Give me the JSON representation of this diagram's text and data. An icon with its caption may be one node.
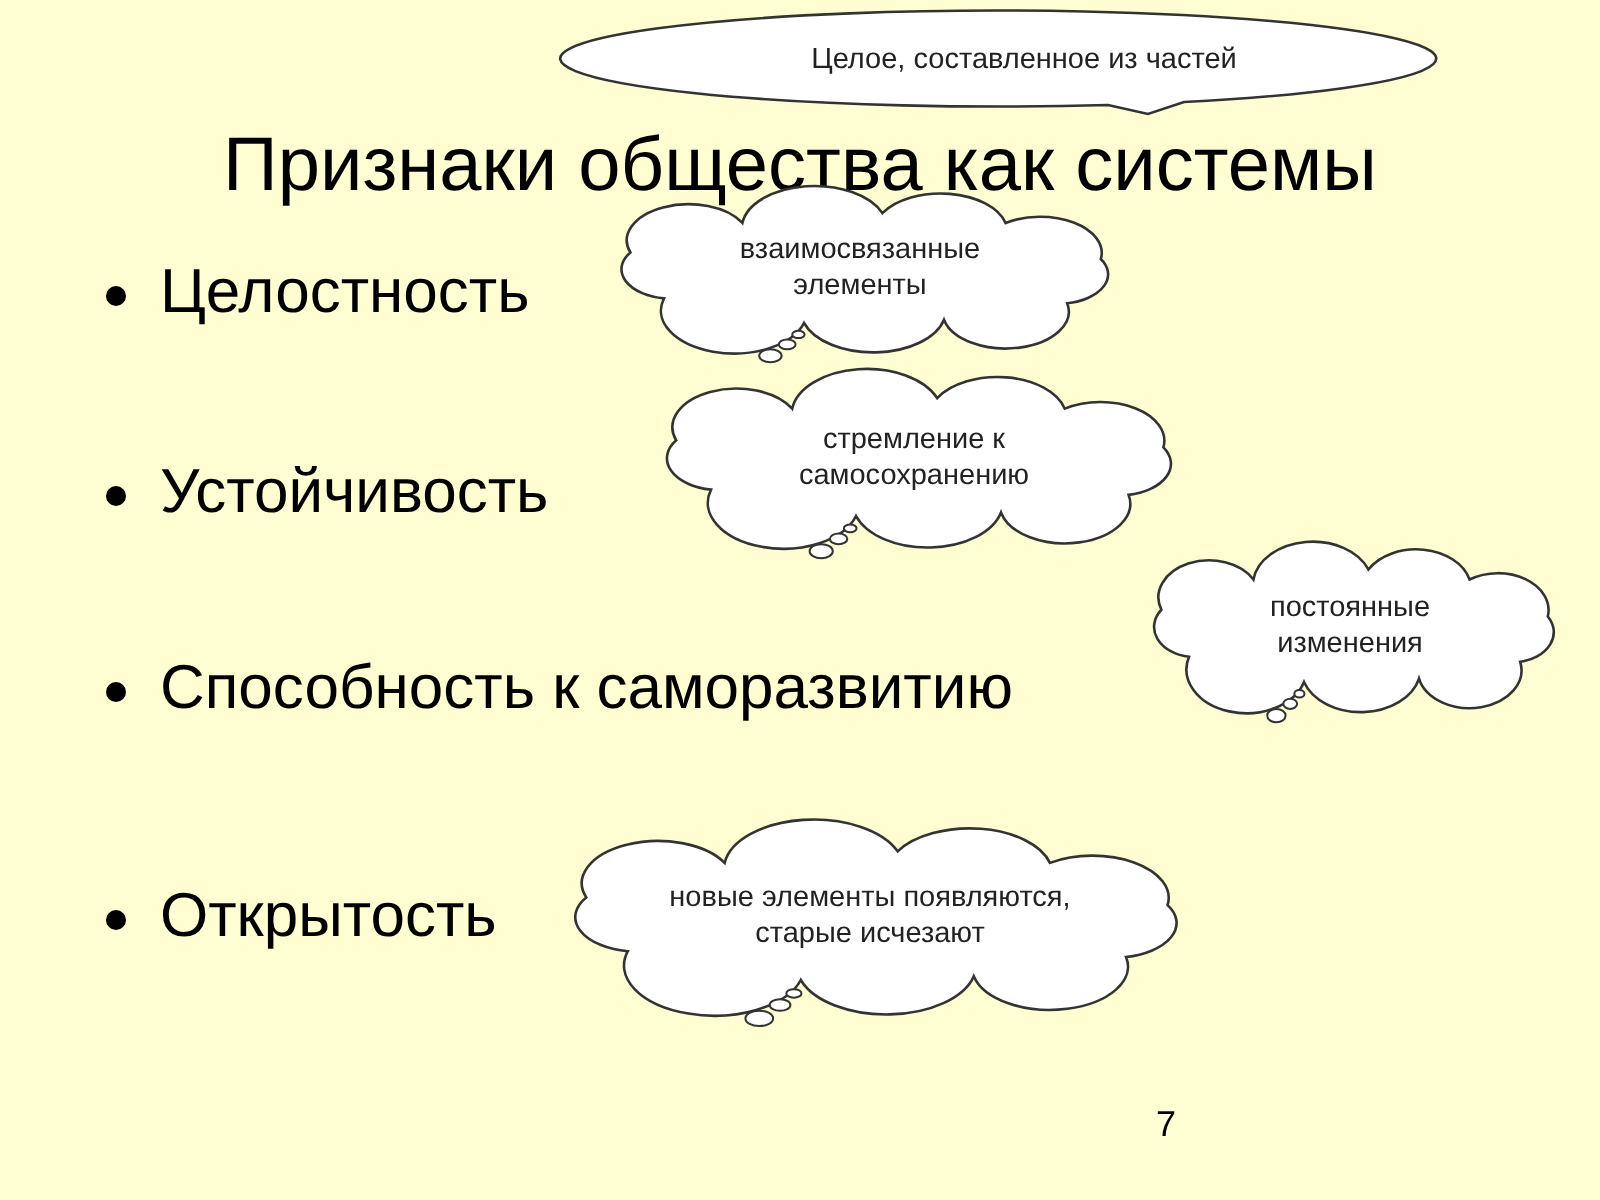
{
  "diagram": {
    "title": "Признаки общества как системы",
    "nodes": [
      {
        "text": [
          "Целое, составленное из частей"
        ]
      },
      {
        "text": [
          "взаимосвязанные элементы"
        ]
      },
      {
        "text": [
          "стремление к самосохранению"
        ]
      },
      {
        "text": [
          "постоянные изменения"
        ]
      },
      {
        "text": [
          "новые элементы появляются, старые исчезают"
        ]
      }
    ],
    "edges": [],
    "labels": [
      "Целостность",
      "Устойчивость",
      "Способность к саморазвитию",
      "Открытость",
      "7"
    ]
  }
}
